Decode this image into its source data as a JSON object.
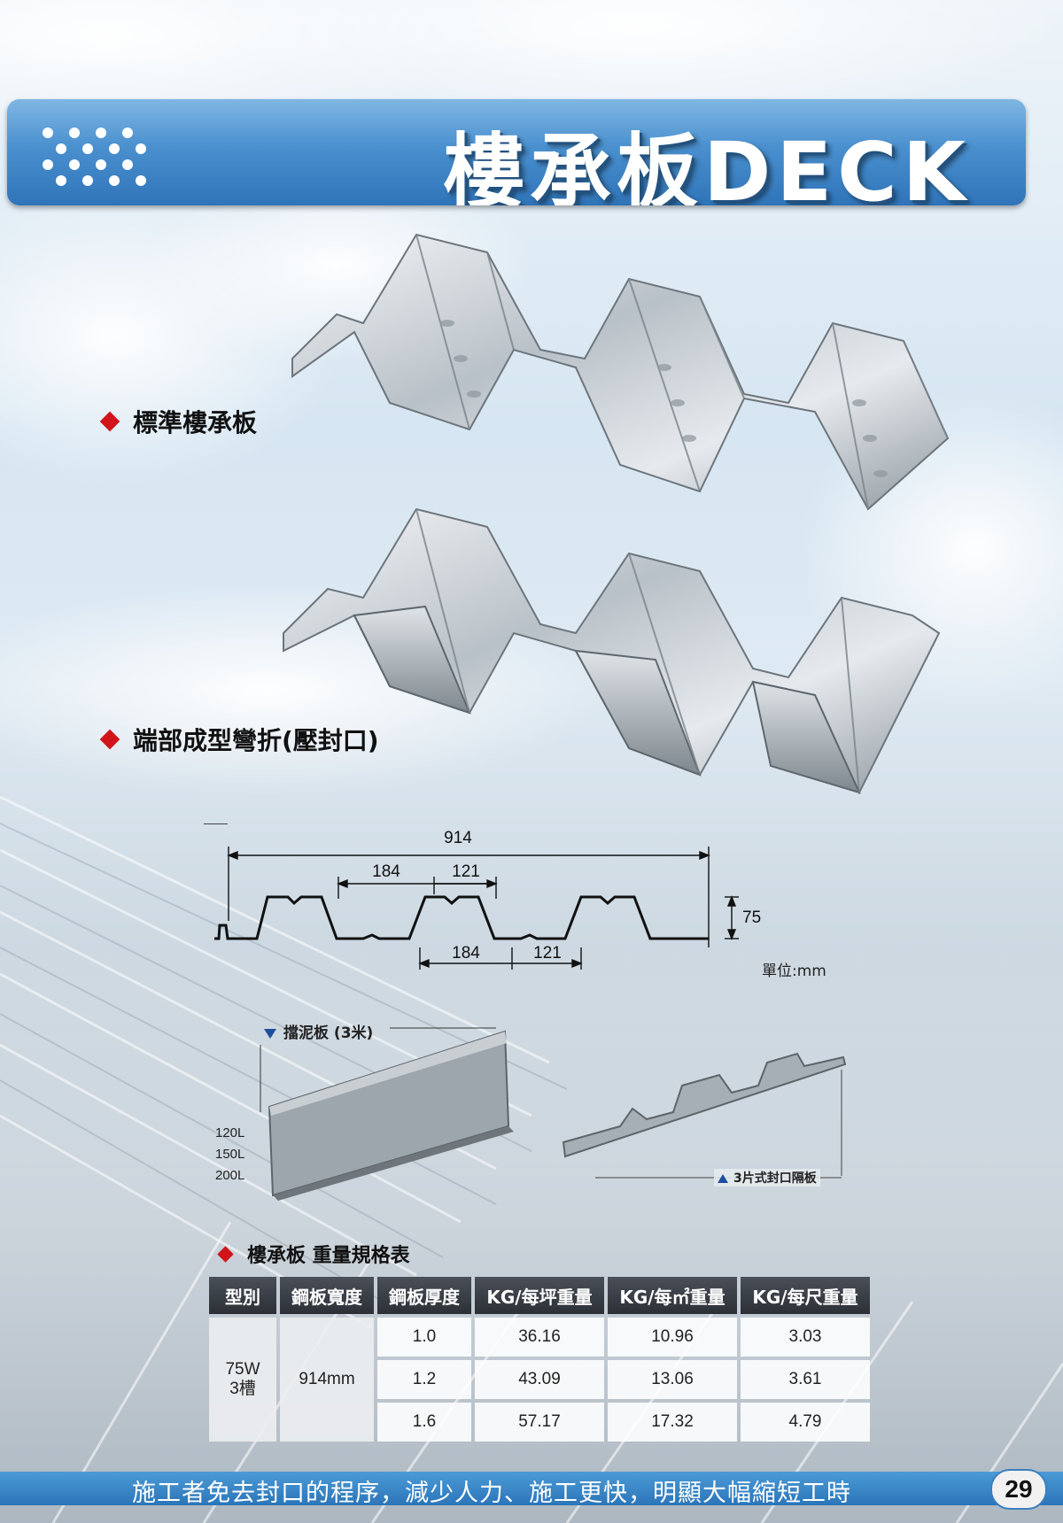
{
  "header": {
    "title": "樓承板DECK"
  },
  "sections": {
    "standard_label": "標準樓承板",
    "end_formed_label": "端部成型彎折(壓封口)",
    "table_label": "樓承板 重量規格表"
  },
  "profile": {
    "total_width": "914",
    "top_pitch": "184",
    "top_flange": "121",
    "bottom_pitch": "184",
    "bottom_flange": "121",
    "height": "75",
    "unit": "單位:mm"
  },
  "accessories": {
    "mud_plate_caption": "擋泥板 (3米)",
    "sizes": [
      "120L",
      "150L",
      "200L"
    ],
    "closure_caption": "3片式封口隔板"
  },
  "spec_table": {
    "headers": [
      "型別",
      "鋼板寬度",
      "鋼板厚度",
      "KG/每坪重量",
      "KG/每㎡重量",
      "KG/每尺重量"
    ],
    "type_line1": "75W",
    "type_line2": "3槽",
    "width": "914mm",
    "rows": [
      {
        "thickness": "1.0",
        "per_ping": "36.16",
        "per_m2": "10.96",
        "per_foot": "3.03"
      },
      {
        "thickness": "1.2",
        "per_ping": "43.09",
        "per_m2": "13.06",
        "per_foot": "3.61"
      },
      {
        "thickness": "1.6",
        "per_ping": "57.17",
        "per_m2": "17.32",
        "per_foot": "4.79"
      }
    ]
  },
  "footer": {
    "slogan": "施工者免去封口的程序，減少人力、施工更快，明顯大幅縮短工時",
    "page_number": "29"
  },
  "colors": {
    "banner_blue": "#3a82c6",
    "accent_red": "#d0141a",
    "table_header": "#33373d",
    "marker_blue": "#1e4f9c"
  }
}
